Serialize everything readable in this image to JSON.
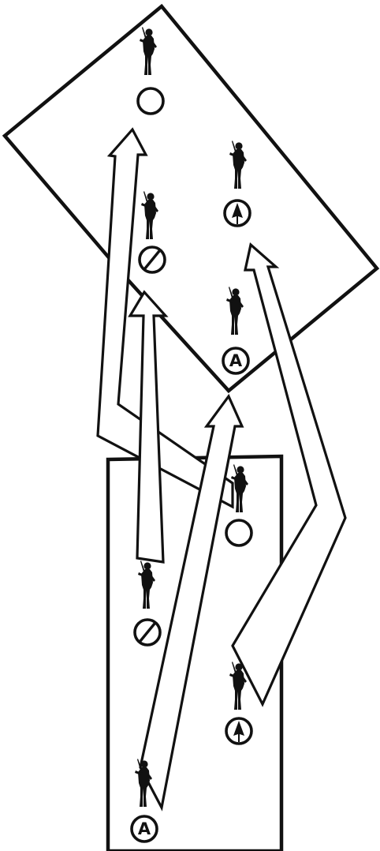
{
  "diagram": {
    "markers": {
      "a_label": "A"
    },
    "icons": {
      "soldier": "soldier-icon",
      "blank": "blank-circle-marker",
      "slashed": "slashed-circle-marker",
      "arrow": "arrow-circle-marker",
      "lettered": "lettered-circle-marker"
    }
  }
}
